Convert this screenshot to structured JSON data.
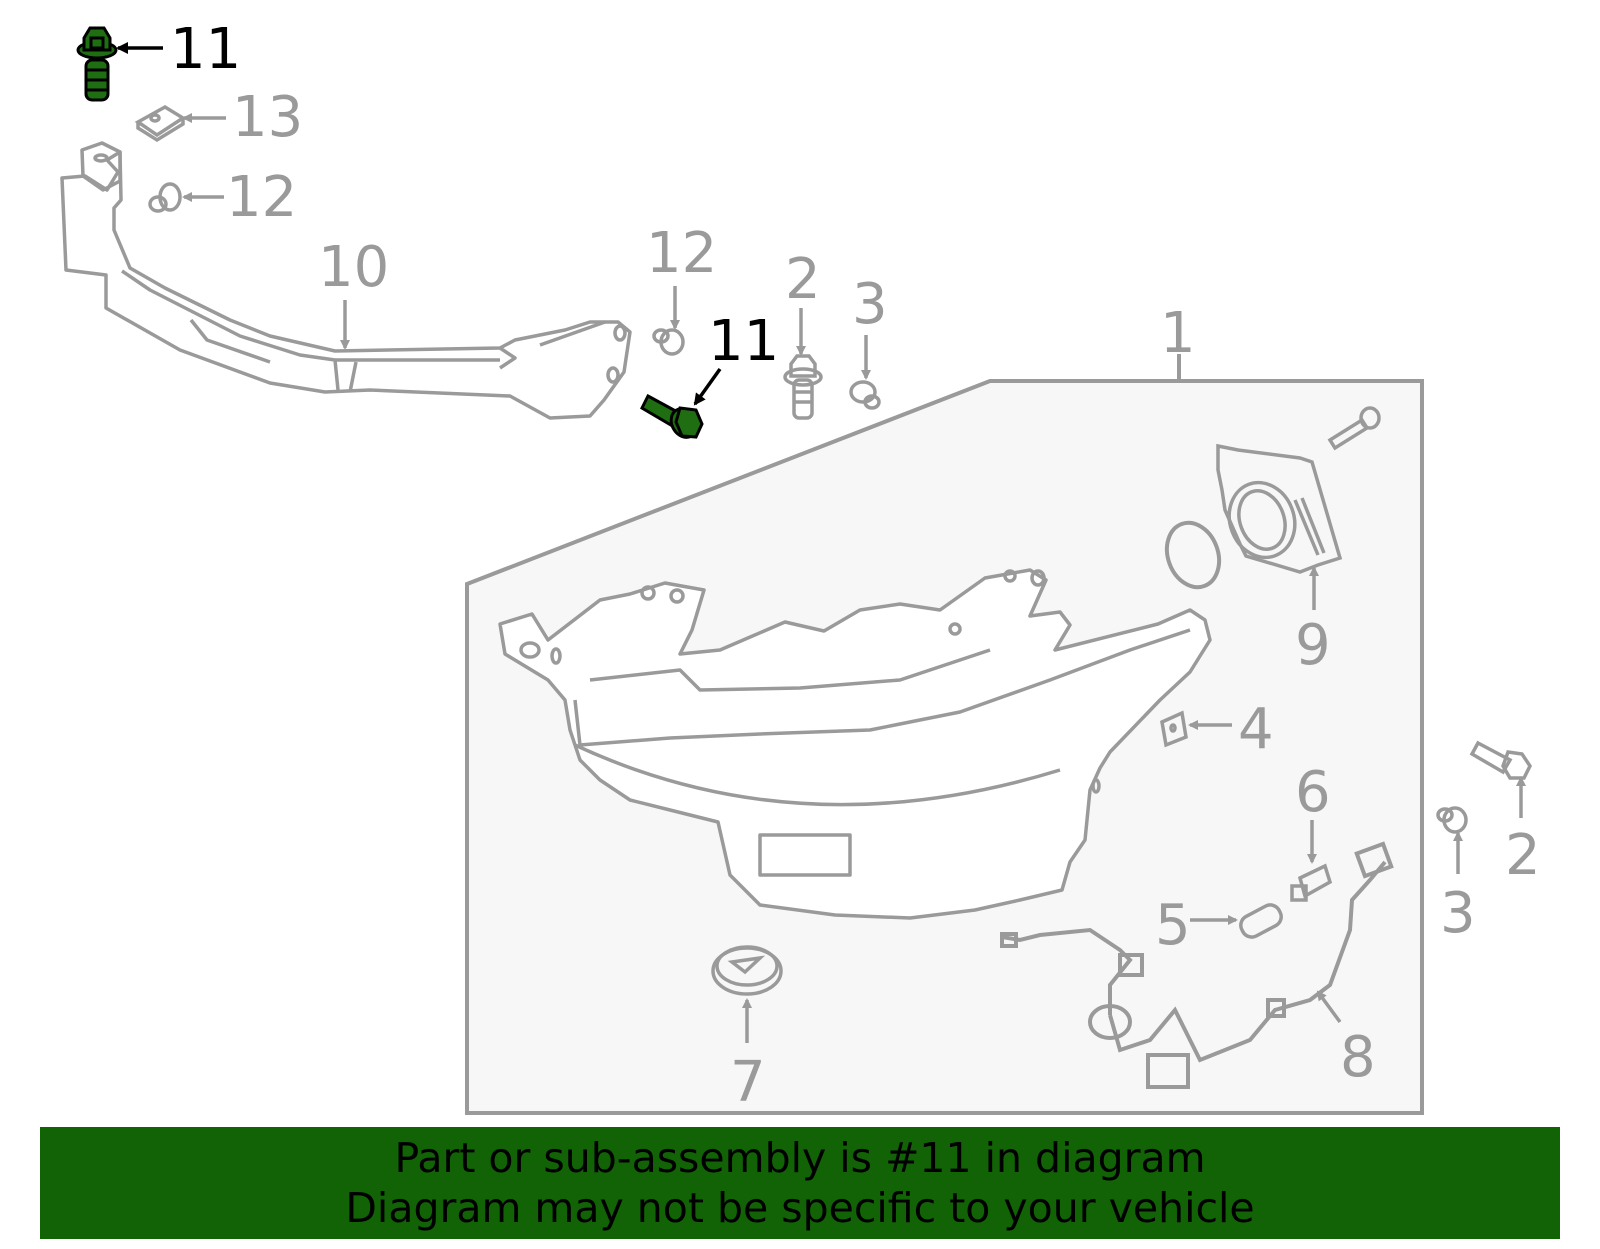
{
  "diagram": {
    "highlighted_part": "11",
    "colors": {
      "line": "#9a9a9a",
      "panel_fill": "#f7f7f7",
      "highlight_fill": "#1f6e12",
      "highlight_stroke": "#000000",
      "banner": "#116306"
    },
    "callouts": [
      {
        "id": "11a",
        "label": "11",
        "highlighted": true
      },
      {
        "id": "13",
        "label": "13",
        "highlighted": false
      },
      {
        "id": "12a",
        "label": "12",
        "highlighted": false
      },
      {
        "id": "10",
        "label": "10",
        "highlighted": false
      },
      {
        "id": "12b",
        "label": "12",
        "highlighted": false
      },
      {
        "id": "11b",
        "label": "11",
        "highlighted": true
      },
      {
        "id": "2a",
        "label": "2",
        "highlighted": false
      },
      {
        "id": "3a",
        "label": "3",
        "highlighted": false
      },
      {
        "id": "1",
        "label": "1",
        "highlighted": false
      },
      {
        "id": "9",
        "label": "9",
        "highlighted": false
      },
      {
        "id": "4",
        "label": "4",
        "highlighted": false
      },
      {
        "id": "6",
        "label": "6",
        "highlighted": false
      },
      {
        "id": "5",
        "label": "5",
        "highlighted": false
      },
      {
        "id": "8",
        "label": "8",
        "highlighted": false
      },
      {
        "id": "7",
        "label": "7",
        "highlighted": false
      },
      {
        "id": "3b",
        "label": "3",
        "highlighted": false
      },
      {
        "id": "2b",
        "label": "2",
        "highlighted": false
      }
    ],
    "parts": [
      {
        "number": "1",
        "name": "headlamp-assembly"
      },
      {
        "number": "2",
        "name": "bolt"
      },
      {
        "number": "3",
        "name": "clip"
      },
      {
        "number": "4",
        "name": "nut-clip"
      },
      {
        "number": "5",
        "name": "bulb"
      },
      {
        "number": "6",
        "name": "bulb-socket"
      },
      {
        "number": "7",
        "name": "cap"
      },
      {
        "number": "8",
        "name": "wiring-harness"
      },
      {
        "number": "9",
        "name": "bracket-module"
      },
      {
        "number": "10",
        "name": "mounting-bracket"
      },
      {
        "number": "11",
        "name": "flange-bolt"
      },
      {
        "number": "12",
        "name": "clip"
      },
      {
        "number": "13",
        "name": "nut"
      }
    ]
  },
  "banner": {
    "line1": "Part or sub-assembly is #11 in diagram",
    "line2": "Diagram may not be specific to your vehicle"
  }
}
